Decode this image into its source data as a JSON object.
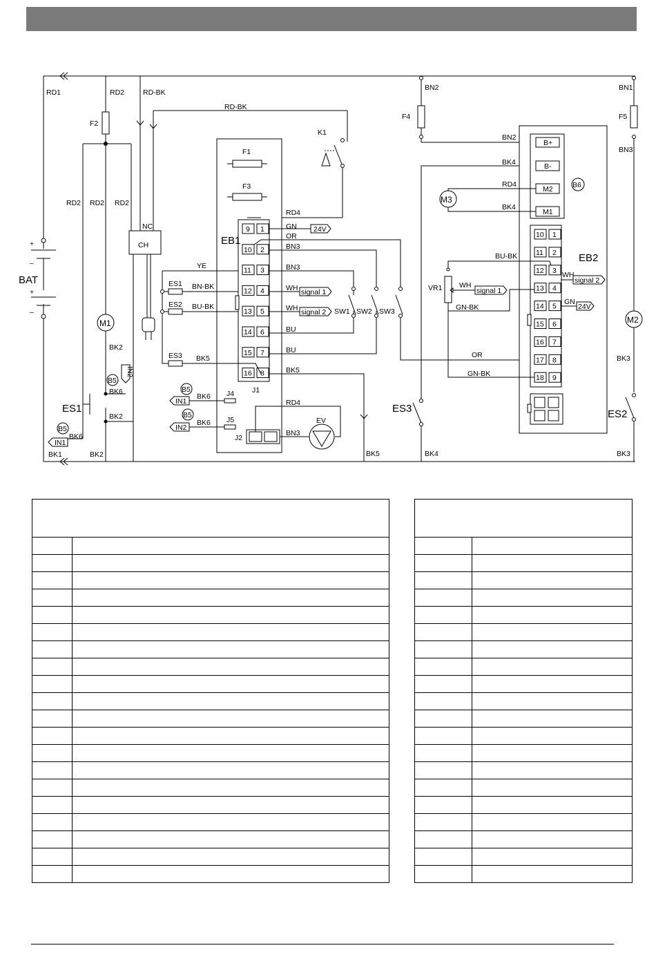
{
  "diagram": {
    "battery": {
      "label": "BAT",
      "plus": "+",
      "minus": "–"
    },
    "wires": {
      "RD1": "RD1",
      "RD2": "RD2",
      "RD_BK": "RD-BK",
      "RD4": "RD4",
      "BN1": "BN1",
      "BN2": "BN2",
      "BN3": "BN3",
      "BK1": "BK1",
      "BK2": "BK2",
      "BK3": "BK3",
      "BK4": "BK4",
      "BK5": "BK5",
      "BK6": "BK6",
      "GN": "GN",
      "OR": "OR",
      "YE": "YE",
      "WH": "WH",
      "BU": "BU",
      "BN_BK": "BN-BK",
      "BU_BK": "BU-BK",
      "GN_BK": "GN-BK"
    },
    "components": {
      "F1": "F1",
      "F2": "F2",
      "F3": "F3",
      "F4": "F4",
      "F5": "F5",
      "K1": "K1",
      "CH": "CH",
      "NC": "NC",
      "M1": "M1",
      "M2": "M2",
      "M3": "M3",
      "EB1": "EB1",
      "EB2": "EB2",
      "J1": "J1",
      "J2": "J2",
      "J4": "J4",
      "J5": "J5",
      "EV": "EV",
      "VR1": "VR1",
      "SW1": "SW1",
      "SW2": "SW2",
      "SW3": "SW3",
      "ES1": "ES1",
      "ES2": "ES2",
      "ES3": "ES3",
      "B5": "B5",
      "B6": "B6",
      "IN1": "IN1",
      "IN2": "IN2",
      "V24": "24V",
      "signal1": "signal 1",
      "signal2": "signal 2",
      "Bplus": "B+",
      "Bminus": "B-"
    },
    "eb1_pins": [
      [
        "9",
        "1"
      ],
      [
        "10",
        "2"
      ],
      [
        "11",
        "3"
      ],
      [
        "12",
        "4"
      ],
      [
        "13",
        "5"
      ],
      [
        "14",
        "6"
      ],
      [
        "15",
        "7"
      ],
      [
        "16",
        "8"
      ]
    ],
    "eb2_pins": [
      [
        "10",
        "1"
      ],
      [
        "11",
        "2"
      ],
      [
        "12",
        "3"
      ],
      [
        "13",
        "4"
      ],
      [
        "14",
        "5"
      ],
      [
        "15",
        "6"
      ],
      [
        "16",
        "7"
      ],
      [
        "17",
        "8"
      ],
      [
        "18",
        "9"
      ]
    ]
  },
  "legend_left": {
    "rows": 21
  },
  "legend_right": {
    "rows": 21
  }
}
